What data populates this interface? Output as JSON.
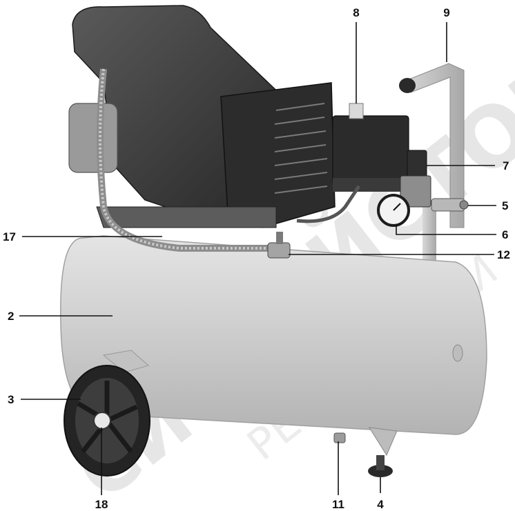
{
  "figure": {
    "subject": "air compressor",
    "callouts": [
      {
        "id": "c8",
        "label": "8"
      },
      {
        "id": "c9",
        "label": "9"
      },
      {
        "id": "c7",
        "label": "7"
      },
      {
        "id": "c5",
        "label": "5"
      },
      {
        "id": "c6",
        "label": "6"
      },
      {
        "id": "c17",
        "label": "17"
      },
      {
        "id": "c12",
        "label": "12"
      },
      {
        "id": "c2",
        "label": "2"
      },
      {
        "id": "c3",
        "label": "3"
      },
      {
        "id": "c18",
        "label": "18"
      },
      {
        "id": "c11",
        "label": "11"
      },
      {
        "id": "c4",
        "label": "4"
      }
    ]
  },
  "watermark": {
    "text_large": "МАЙСТОР",
    "text_small": "РЕГИОНАЛНИ",
    "text_left": "СИ"
  },
  "colors": {
    "line": "#111111",
    "tank": "#cfcfcf",
    "housing": "#3a3a3a",
    "watermark": "#e6e6e6"
  }
}
